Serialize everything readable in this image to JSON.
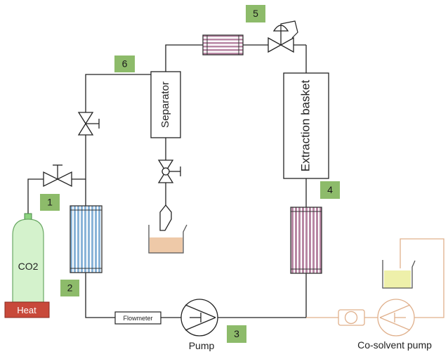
{
  "labels": {
    "co2": "CO2",
    "heat": "Heat",
    "separator": "Separator",
    "extraction_basket": "Extraction basket",
    "flowmeter": "Flowmeter",
    "pump": "Pump",
    "cosolvent_pump": "Co-solvent pump"
  },
  "step_markers": [
    "1",
    "2",
    "3",
    "4",
    "5",
    "6"
  ],
  "colors": {
    "marker_green": "#8dbb6a",
    "cylinder_green": "#d4f2cc",
    "heat_red": "#c8493a",
    "hx_blue": "#8ab4d8",
    "hx_pink": "#b887a4",
    "liquid_tan": "#eec9a8",
    "liquid_yellow": "#eef0aa",
    "cosolvent_line": "#e0b08c"
  }
}
